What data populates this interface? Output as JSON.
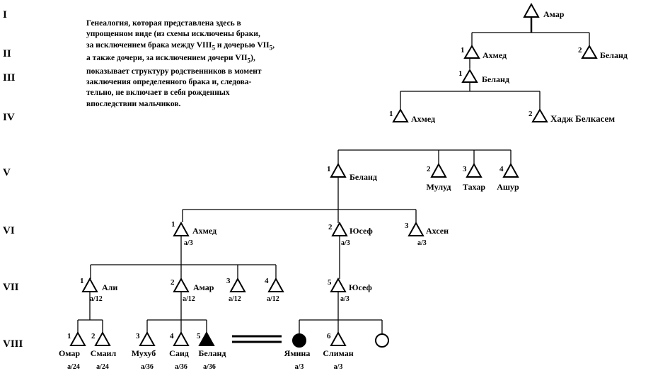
{
  "generations": [
    "I",
    "II",
    "III",
    "IV",
    "V",
    "VI",
    "VII",
    "VIII"
  ],
  "note": {
    "line1": "Генеалогия, которая представлена здесь в",
    "line2": "упрощенном виде (из схемы исключены браки,",
    "line3a": "за исключением брака между VIII",
    "line3b": "5",
    "line3c": " и дочерью VII",
    "line3d": "5",
    "line3e": ",",
    "line4a": "а также  дочери, за исключением дочери VII",
    "line4b": "5",
    "line4c": "),",
    "line5": "показывает структуру родственников в момент",
    "line6": "заключения определенного брака и, следова-",
    "line7": "тельно, не включает в себя рожденных",
    "line8": "впоследствии мальчиков."
  },
  "people": {
    "amar_I": {
      "name": "Амар"
    },
    "ahmed_II": {
      "name": "Ахмед",
      "num": "1"
    },
    "beland_II": {
      "name": "Беланд",
      "num": "2"
    },
    "beland_III": {
      "name": "Беланд",
      "num": "1"
    },
    "ahmed_IV": {
      "name": "Ахмед",
      "num": "1"
    },
    "hadj_IV": {
      "name": "Хадж Белкасем",
      "num": "2"
    },
    "beland_V": {
      "name": "Беланд",
      "num": "1"
    },
    "mulud_V": {
      "name": "Мулуд",
      "num": "2"
    },
    "tahar_V": {
      "name": "Тахар",
      "num": "3"
    },
    "ashur_V": {
      "name": "Ашур",
      "num": "4"
    },
    "ahmed_VI": {
      "name": "Ахмед",
      "num": "1",
      "code": "а/3"
    },
    "yusef_VI": {
      "name": "Юсеф",
      "num": "2",
      "code": "а/3"
    },
    "ahsen_VI": {
      "name": "Ахсен",
      "num": "3",
      "code": "а/3"
    },
    "ali_VII": {
      "name": "Али",
      "num": "1",
      "code": "а/12"
    },
    "amar_VII": {
      "name": "Амар",
      "num": "2",
      "code": "а/12"
    },
    "m3_VII": {
      "num": "3",
      "code": "а/12"
    },
    "m4_VII": {
      "num": "4",
      "code": "а/12"
    },
    "yusef_VII": {
      "name": "Юсеф",
      "num": "5",
      "code": "а/3"
    },
    "omar_VIII": {
      "name": "Омар",
      "num": "1",
      "code": "а/24"
    },
    "smail_VIII": {
      "name": "Смаил",
      "num": "2",
      "code": "а/24"
    },
    "muhub_VIII": {
      "name": "Мухуб",
      "num": "3",
      "code": "а/36"
    },
    "said_VIII": {
      "name": "Саид",
      "num": "4",
      "code": "а/36"
    },
    "beland_VIII": {
      "name": "Беланд",
      "num": "5",
      "code": "а/36"
    },
    "yamina_VIII": {
      "name": "Ямина",
      "code": "а/3"
    },
    "sliman_VIII": {
      "name": "Слиман",
      "num": "6",
      "code": "а/3"
    }
  }
}
